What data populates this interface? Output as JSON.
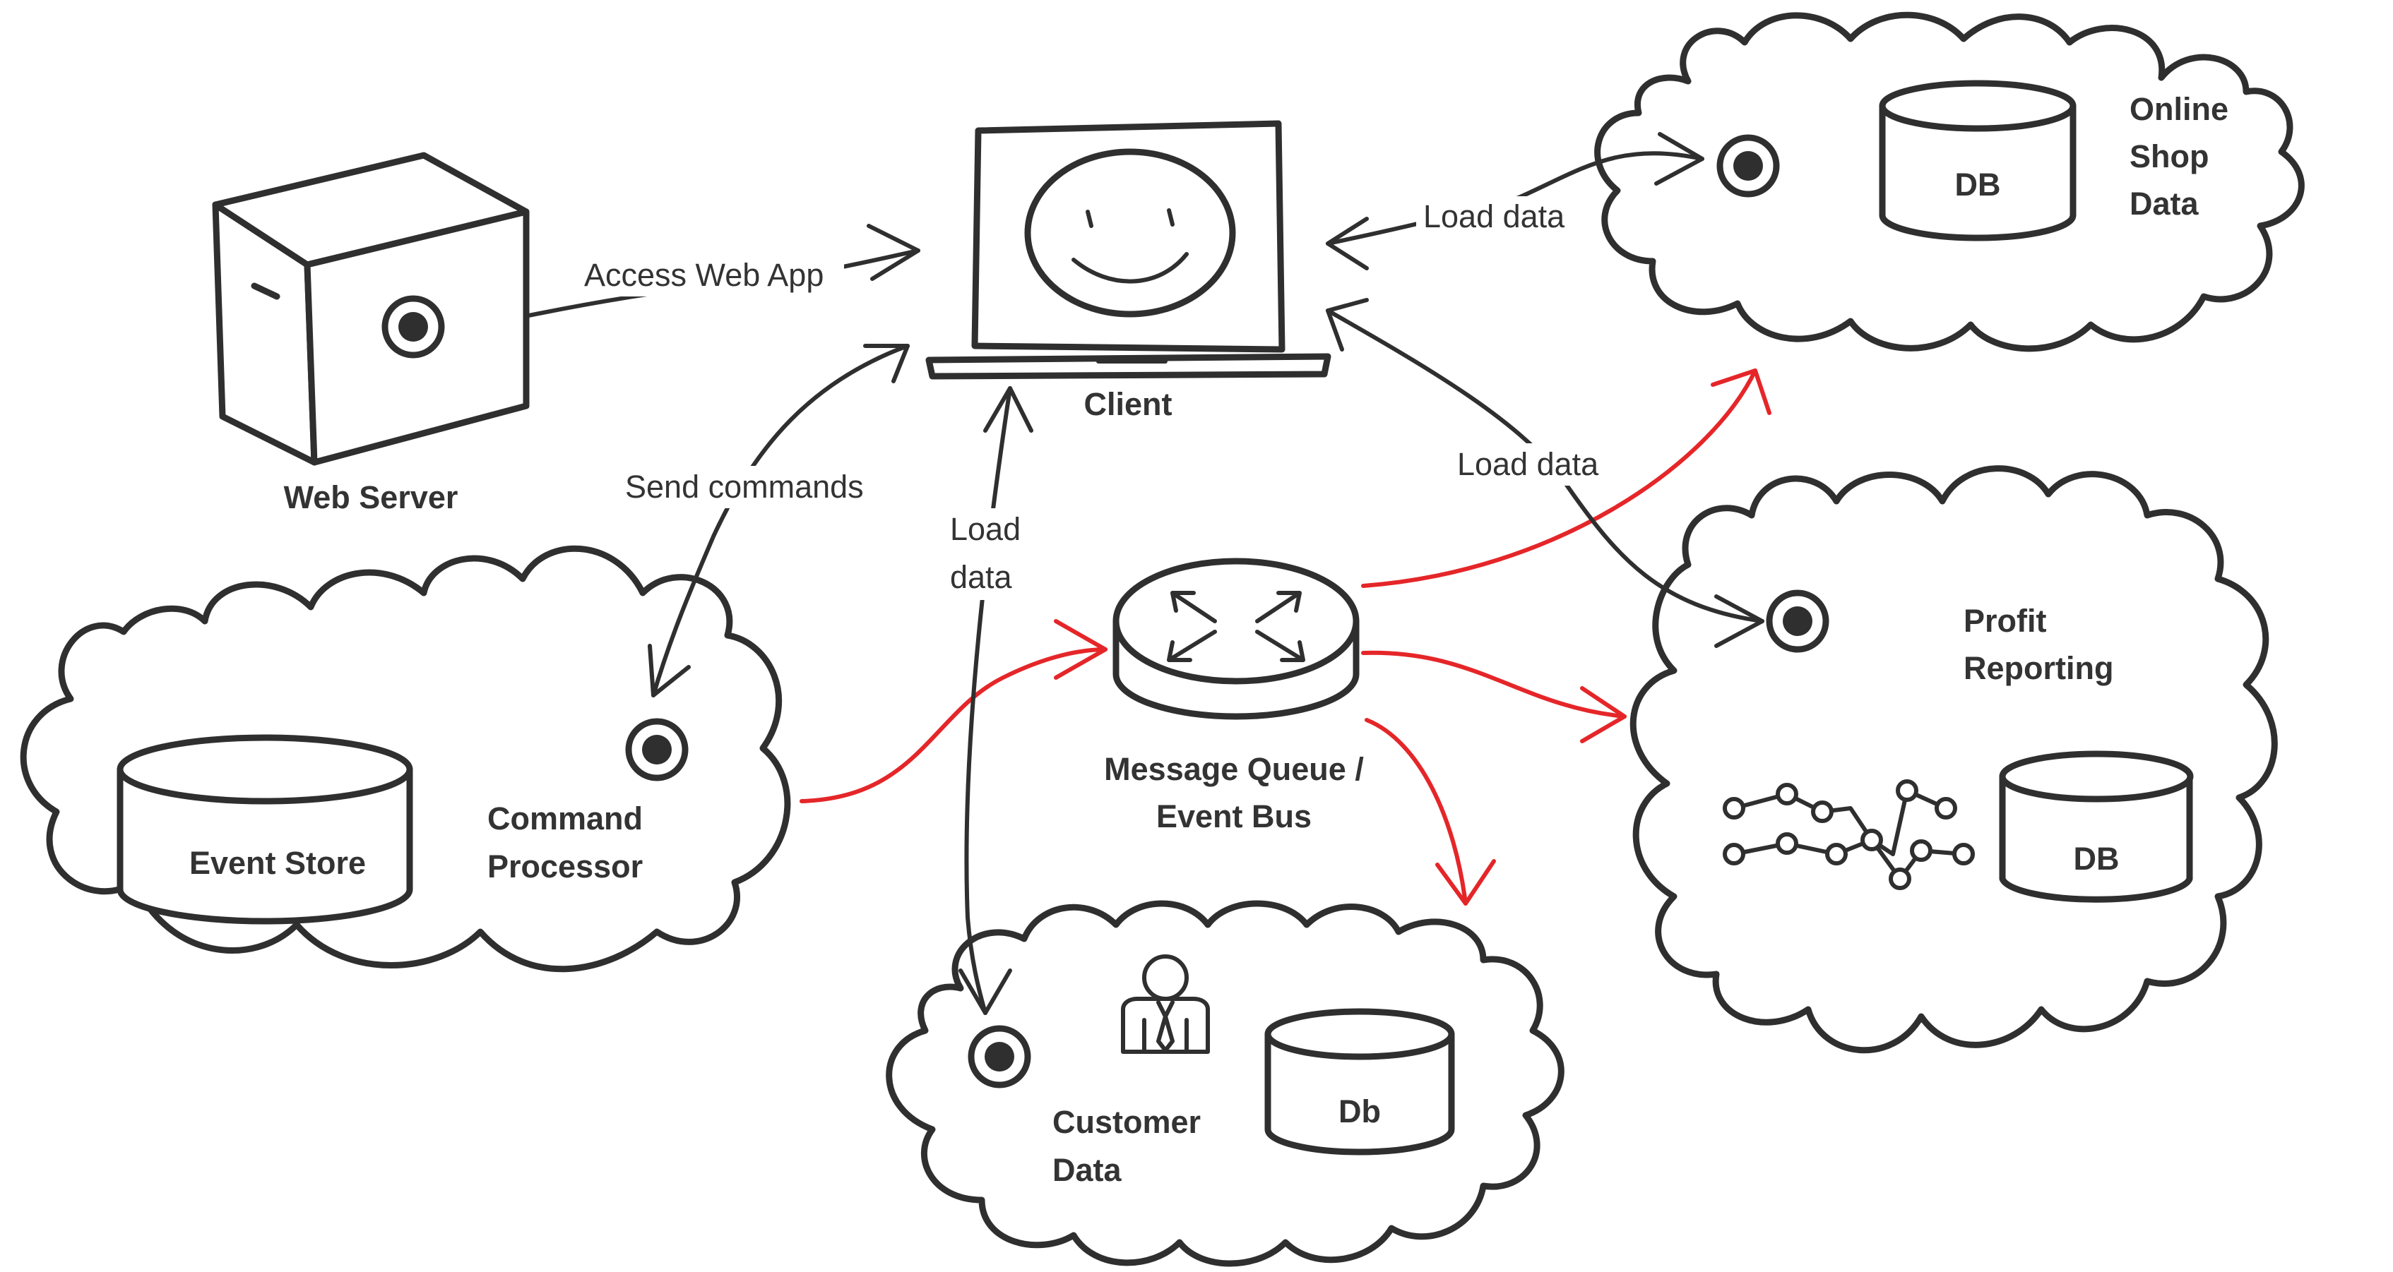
{
  "nodes": {
    "web_server": "Web Server",
    "client": "Client",
    "online_shop": [
      "Online",
      "Shop",
      "Data"
    ],
    "online_shop_db": "DB",
    "event_store": "Event Store",
    "command_processor": [
      "Command",
      "Processor"
    ],
    "message_queue": [
      "Message Queue /",
      "Event Bus"
    ],
    "profit_reporting": [
      "Profit",
      "Reporting"
    ],
    "profit_db": "DB",
    "customer_data": [
      "Customer",
      "Data"
    ],
    "customer_db": "Db"
  },
  "edges": {
    "access_web_app": "Access Web App",
    "load_data_online": "Load data",
    "send_commands": "Send commands",
    "load_data_customer": [
      "Load",
      "data"
    ],
    "load_data_profit": "Load data"
  },
  "colors": {
    "ink": "#2f2f2f",
    "event_flow": "#e52629"
  }
}
